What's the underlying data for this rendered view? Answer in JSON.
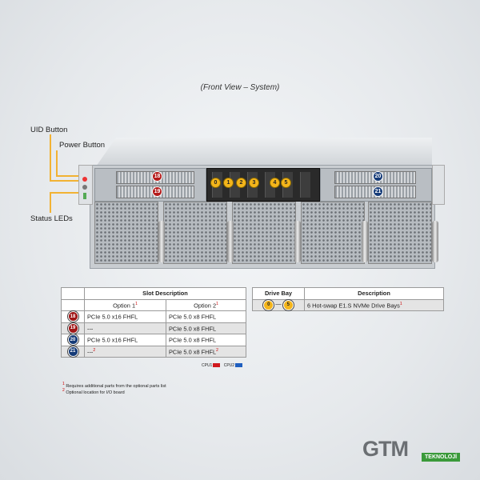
{
  "caption": "(Front View – System)",
  "callouts": {
    "uid": "UID Button",
    "power": "Power Button",
    "status": "Status LEDs"
  },
  "chassis_markers": {
    "slot_left_top": "18",
    "slot_left_bottom": "19",
    "slot_right_top": "20",
    "slot_right_bottom": "21",
    "drives": [
      "0",
      "1",
      "2",
      "3",
      "4",
      "5"
    ]
  },
  "slot_table": {
    "title": "Slot Description",
    "option1": "Option 1",
    "option1_sup": "1",
    "option2": "Option 2",
    "option2_sup": "1",
    "rows": [
      {
        "num": "18",
        "color": "red",
        "opt1": "PCIe 5.0 x16 FHFL",
        "opt1_sup": "",
        "opt2": "PCIe 5.0 x8 FHFL",
        "opt2_sup": ""
      },
      {
        "num": "19",
        "color": "red",
        "opt1": "---",
        "opt1_sup": "",
        "opt2": "PCIe 5.0 x8 FHFL",
        "opt2_sup": ""
      },
      {
        "num": "20",
        "color": "blue",
        "opt1": "PCIe 5.0 x16 FHFL",
        "opt1_sup": "",
        "opt2": "PCIe 5.0 x8 FHFL",
        "opt2_sup": ""
      },
      {
        "num": "21",
        "color": "blue",
        "opt1": "---",
        "opt1_sup": "2",
        "opt2": "PCIe 5.0 x8 FHFL",
        "opt2_sup": "2"
      }
    ]
  },
  "drive_table": {
    "col1": "Drive Bay",
    "col2": "Description",
    "bay_from": "0",
    "bay_sep": "—",
    "bay_to": "5",
    "description": "6 Hot-swap E1.S NVMe Drive Bays",
    "description_sup": "1"
  },
  "legend": {
    "cpu1": "CPU1",
    "cpu2": "CPU2",
    "cpu1_color": "#d0181d",
    "cpu2_color": "#1f5fbf"
  },
  "notes": {
    "note1_sup": "1",
    "note1": "Requires additional parts from the optional parts list",
    "note2_sup": "2",
    "note2": "Optional location for I/O board"
  },
  "logo": {
    "text": "GTM",
    "badge": "TEKNOLOJİ"
  }
}
